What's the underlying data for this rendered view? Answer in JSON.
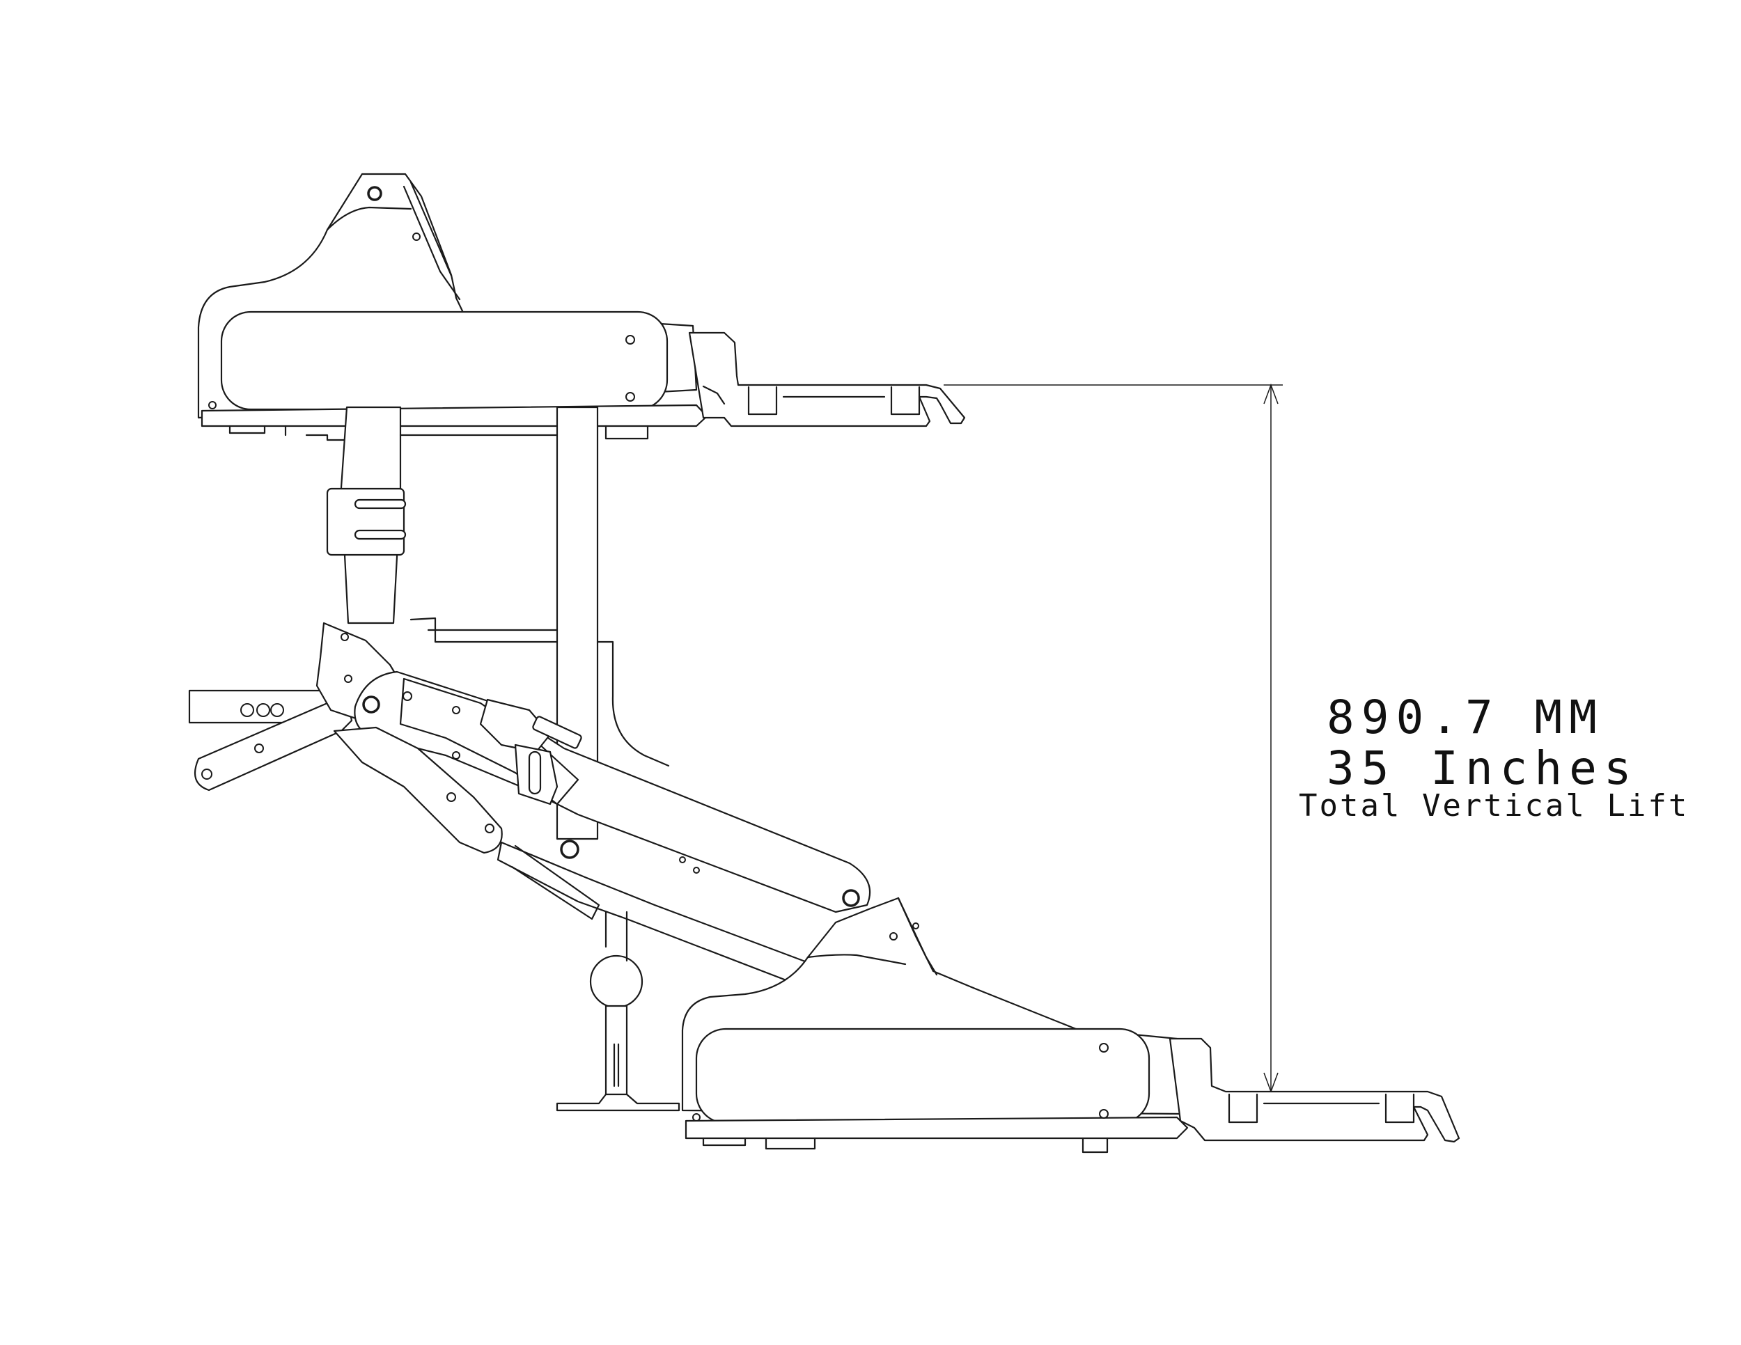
{
  "dimension": {
    "metric": "890.7 MM",
    "imperial": "35 Inches",
    "caption": "Total Vertical Lift"
  },
  "colors": {
    "line": "#1a1a1a",
    "background": "#ffffff"
  }
}
